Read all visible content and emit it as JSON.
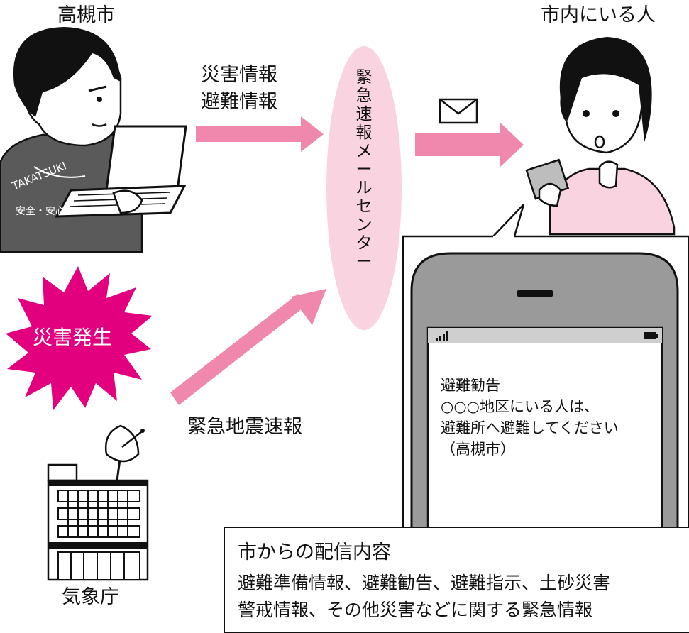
{
  "actors": {
    "city": "高槻市",
    "residents": "市内にいる人",
    "agency": "気象庁"
  },
  "messages": {
    "disaster_info": "災害情報",
    "evac_info": "避難情報",
    "quake": "緊急地震速報"
  },
  "center": {
    "label": "緊急速報メールセンター"
  },
  "event": {
    "label": "災害発生"
  },
  "badge": {
    "line1": "TAKATSUKI",
    "line2": "安全・安心"
  },
  "phone": {
    "lines": [
      "避難勧告",
      "○○○地区にいる人は、",
      "避難所へ避難してください",
      "（高槻市）"
    ]
  },
  "info": {
    "title": "市からの配信内容",
    "line1": "避難準備情報、避難勧告、避難指示、土砂災害",
    "line2": "警戒情報、その他災害などに関する緊急情報"
  },
  "colors": {
    "arrow": "#f087ad",
    "burst": "#e3007f",
    "ellipse": "#fad3e0",
    "jacket": "#5a5a5a",
    "phone_body": "#9a9a9a"
  },
  "icons": [
    "envelope-icon",
    "laptop-icon",
    "smartphone-icon",
    "satellite-dish-icon",
    "building-icon"
  ]
}
